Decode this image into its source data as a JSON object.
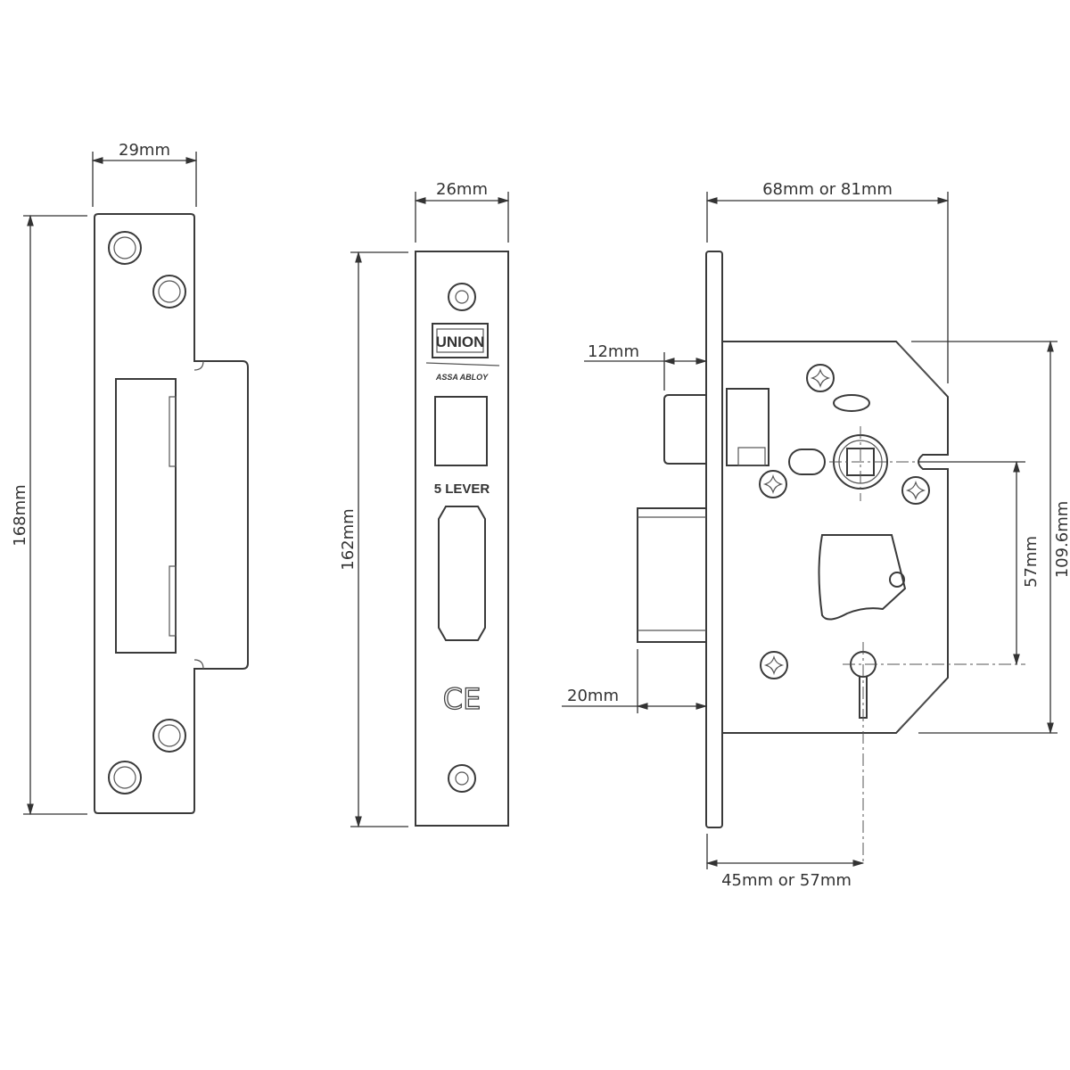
{
  "strike_plate": {
    "width_label": "29mm",
    "height_label": "168mm"
  },
  "faceplate": {
    "width_label": "26mm",
    "height_label": "162mm",
    "logo": "UNION",
    "sub_logo": "ASSA ABLOY",
    "lever_label": "5 LEVER",
    "mark": "CE"
  },
  "lock_body": {
    "overall_width_label": "68mm or 81mm",
    "latch_projection_label": "12mm",
    "bolt_projection_label": "20mm",
    "centres_label": "57mm",
    "case_height_label": "109.6mm",
    "backset_label": "45mm or 57mm"
  }
}
